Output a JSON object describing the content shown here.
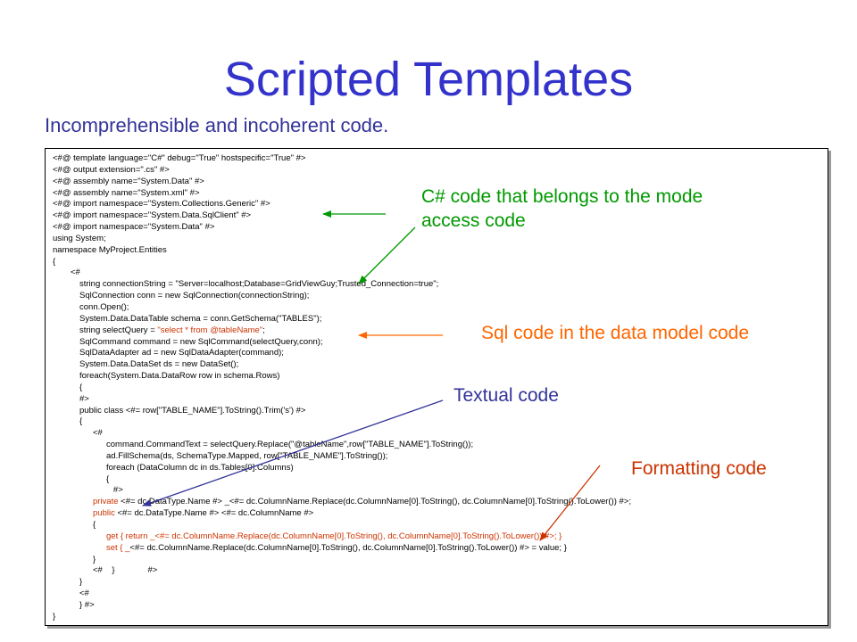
{
  "slide": {
    "title": "Scripted Templates",
    "subtitle": "Incomprehensible and incoherent code."
  },
  "code_lines": [
    {
      "indent": 0,
      "parts": [
        {
          "t": "<#@ template language=\"C#\" debug=\"True\" hostspecific=\"True\" #>"
        }
      ]
    },
    {
      "indent": 0,
      "parts": [
        {
          "t": "<#@ output extension=\".cs\" #>"
        }
      ]
    },
    {
      "indent": 0,
      "parts": [
        {
          "t": "<#@ assembly name=\"System.Data\" #>"
        }
      ]
    },
    {
      "indent": 0,
      "parts": [
        {
          "t": "<#@ assembly name=\"System.xml\" #>"
        }
      ]
    },
    {
      "indent": 0,
      "parts": [
        {
          "t": "<#@ import namespace=\"System.Collections.Generic\" #>"
        }
      ]
    },
    {
      "indent": 0,
      "parts": [
        {
          "t": "<#@ import namespace=\"System.Data.SqlClient\" #>"
        }
      ]
    },
    {
      "indent": 0,
      "parts": [
        {
          "t": "<#@ import namespace=\"System.Data\" #>"
        }
      ]
    },
    {
      "indent": 0,
      "parts": [
        {
          "t": "using System;"
        }
      ]
    },
    {
      "indent": 0,
      "parts": [
        {
          "t": "namespace MyProject.Entities"
        }
      ]
    },
    {
      "indent": 0,
      "parts": [
        {
          "t": "{"
        }
      ]
    },
    {
      "indent": 1,
      "parts": [
        {
          "t": "<#"
        }
      ]
    },
    {
      "indent": 2,
      "parts": [
        {
          "t": "string connectionString = \"Server=localhost;Database=GridViewGuy;Trusted_Connection=true\";"
        }
      ]
    },
    {
      "indent": 2,
      "parts": [
        {
          "t": "SqlConnection conn = new SqlConnection(connectionString);"
        }
      ]
    },
    {
      "indent": 2,
      "parts": [
        {
          "t": "conn.Open();"
        }
      ]
    },
    {
      "indent": 2,
      "parts": [
        {
          "t": "System.Data.DataTable schema = conn.GetSchema(\"TABLES\");"
        }
      ]
    },
    {
      "indent": 2,
      "parts": [
        {
          "t": "string selectQuery = "
        },
        {
          "t": "\"select * from @tableName\"",
          "c": "sel"
        },
        {
          "t": ";"
        }
      ]
    },
    {
      "indent": 2,
      "parts": [
        {
          "t": "SqlCommand command = new SqlCommand(selectQuery,conn);"
        }
      ]
    },
    {
      "indent": 2,
      "parts": [
        {
          "t": "SqlDataAdapter ad = new SqlDataAdapter(command);"
        }
      ]
    },
    {
      "indent": 2,
      "parts": [
        {
          "t": "System.Data.DataSet ds = new DataSet();"
        }
      ]
    },
    {
      "indent": 2,
      "parts": [
        {
          "t": "foreach(System.Data.DataRow row in schema.Rows)"
        }
      ]
    },
    {
      "indent": 2,
      "parts": [
        {
          "t": "{"
        }
      ]
    },
    {
      "indent": 2,
      "parts": [
        {
          "t": "#>"
        }
      ]
    },
    {
      "indent": 2,
      "parts": [
        {
          "t": "public class <#= row[\"TABLE_NAME\"].ToString().Trim('s') #>"
        }
      ]
    },
    {
      "indent": 2,
      "parts": [
        {
          "t": "{"
        }
      ]
    },
    {
      "indent": 3,
      "parts": [
        {
          "t": "<#"
        }
      ]
    },
    {
      "indent": 4,
      "parts": [
        {
          "t": "command.CommandText = selectQuery.Replace(\"@tableName\",row[\"TABLE_NAME\"].ToString());"
        }
      ]
    },
    {
      "indent": 4,
      "parts": [
        {
          "t": "ad.FillSchema(ds, SchemaType.Mapped, row[\"TABLE_NAME\"].ToString());"
        }
      ]
    },
    {
      "indent": 4,
      "parts": [
        {
          "t": "foreach (DataColumn dc in ds.Tables[0].Columns)"
        }
      ]
    },
    {
      "indent": 4,
      "parts": [
        {
          "t": "{"
        }
      ]
    },
    {
      "indent": 4,
      "parts": [
        {
          "t": "   #>"
        }
      ]
    },
    {
      "indent": 3,
      "parts": [
        {
          "t": "private",
          "c": "sel"
        },
        {
          "t": " <#= dc.DataType.Name #> _<#= dc.ColumnName.Replace(dc.ColumnName[0].ToString(), dc.ColumnName[0].ToString().ToLower()) #>;"
        }
      ]
    },
    {
      "indent": 3,
      "parts": [
        {
          "t": "public",
          "c": "sel"
        },
        {
          "t": " <#= dc.DataType.Name #> <#= dc.ColumnName #>"
        }
      ]
    },
    {
      "indent": 3,
      "parts": [
        {
          "t": "{"
        }
      ]
    },
    {
      "indent": 4,
      "parts": [
        {
          "t": "get { return _",
          "c": "sel"
        },
        {
          "t": "<#= dc.ColumnName.Replace(dc.ColumnName[0].ToString(), dc.ColumnName[0].ToString().ToLower()) #>",
          "c": "sel"
        },
        {
          "t": "; }",
          "c": "sel"
        }
      ]
    },
    {
      "indent": 4,
      "parts": [
        {
          "t": "set { _",
          "c": "sel"
        },
        {
          "t": "<#= dc.ColumnName.Replace(dc.ColumnName[0].ToString(), dc.ColumnName[0].ToString().ToLower()) #> = value; }"
        }
      ]
    },
    {
      "indent": 3,
      "parts": [
        {
          "t": "}"
        }
      ]
    },
    {
      "indent": 3,
      "parts": [
        {
          "t": "<#    }              #>"
        }
      ]
    },
    {
      "indent": 2,
      "parts": [
        {
          "t": "}"
        }
      ]
    },
    {
      "indent": 2,
      "parts": [
        {
          "t": "<#"
        }
      ]
    },
    {
      "indent": 2,
      "parts": [
        {
          "t": "} #>"
        }
      ]
    },
    {
      "indent": 0,
      "parts": [
        {
          "t": "}"
        }
      ]
    }
  ],
  "annotations": {
    "csharp_line1": "C# code that belongs to the mode",
    "csharp_line2": "access code",
    "sql": "Sql code in the data model code",
    "textual": "Textual code",
    "formatting": "Formatting code"
  },
  "colors": {
    "title": "#3333cc",
    "subtitle": "#333399",
    "csharp_annotation": "#009900",
    "sql_annotation": "#ff6600",
    "textual_annotation": "#333399",
    "formatting_annotation": "#cc3300"
  }
}
